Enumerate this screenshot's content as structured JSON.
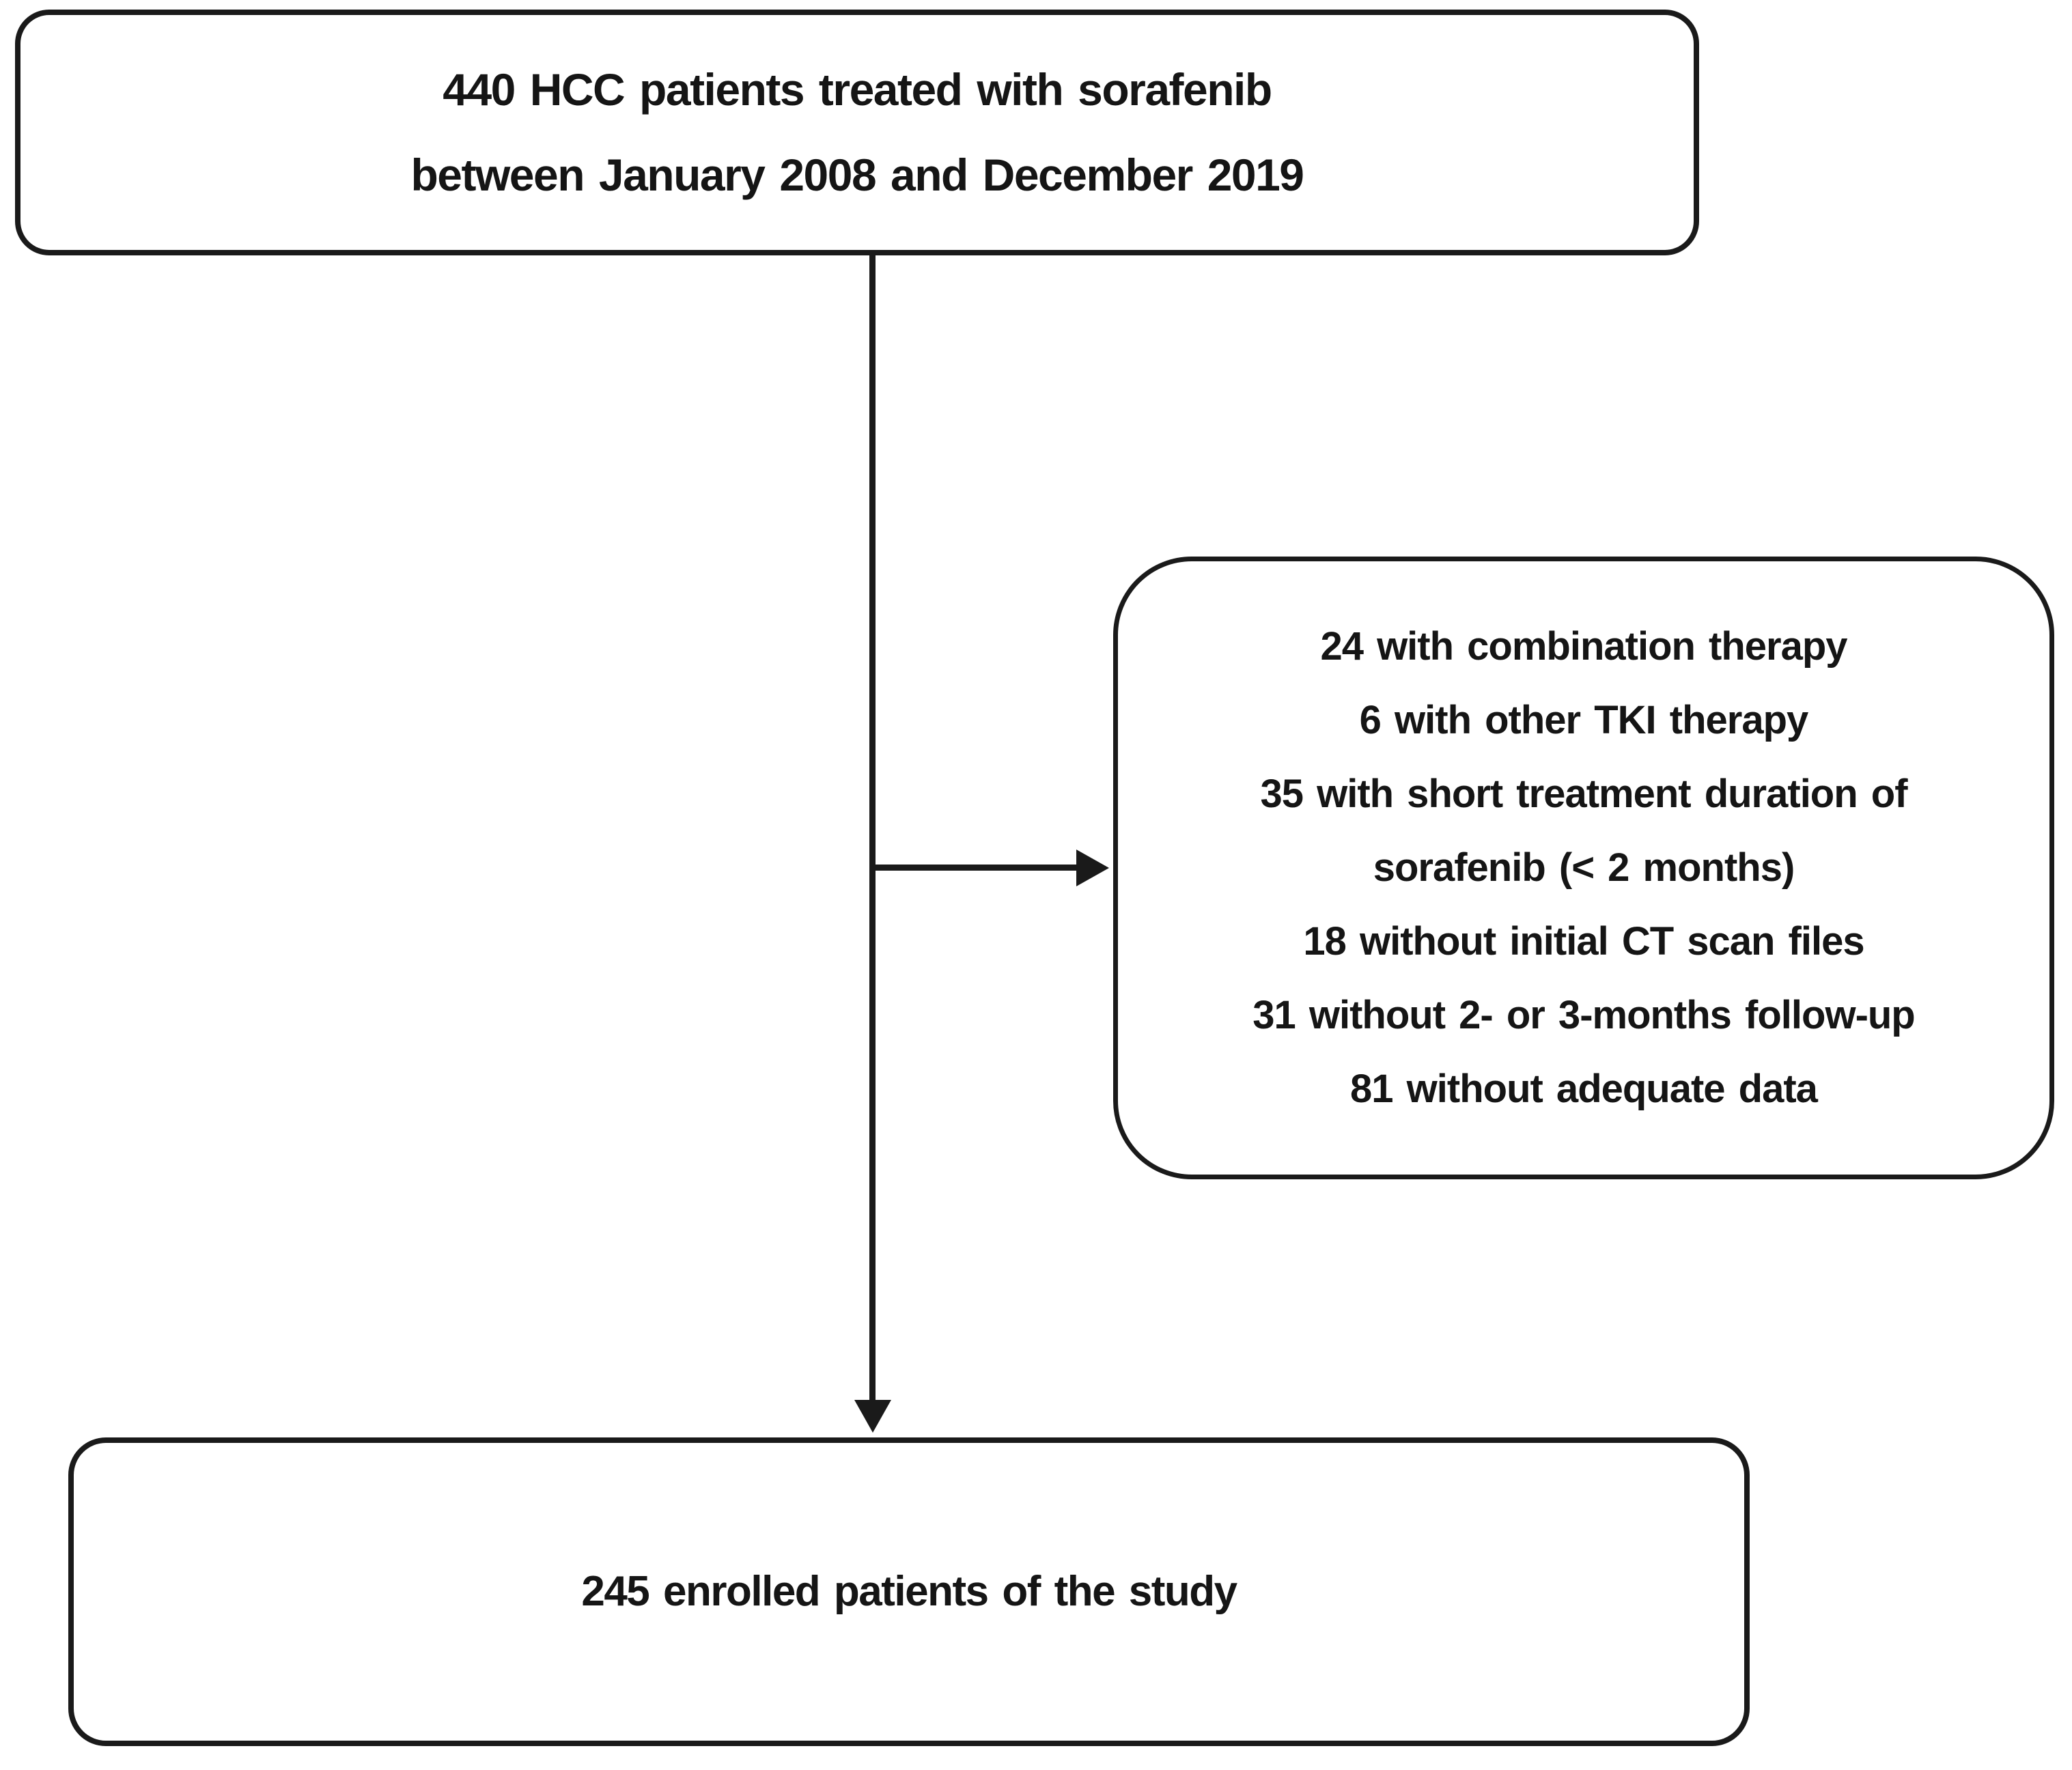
{
  "style": {
    "background": "#ffffff",
    "border_color": "#1a1a1a",
    "text_color": "#151515"
  },
  "flowchart": {
    "top_box": {
      "lines": [
        "440 HCC patients treated with sorafenib",
        "between January 2008 and December 2019"
      ]
    },
    "exclusion_box": {
      "lines": [
        "24 with combination therapy",
        "6 with other TKI therapy",
        "35 with short treatment duration of",
        "sorafenib (< 2 months)",
        "18 without initial CT scan files",
        "31 without 2- or 3-months follow-up",
        "81 without adequate data"
      ]
    },
    "bottom_box": {
      "lines": [
        "245 enrolled patients of the study"
      ]
    }
  }
}
